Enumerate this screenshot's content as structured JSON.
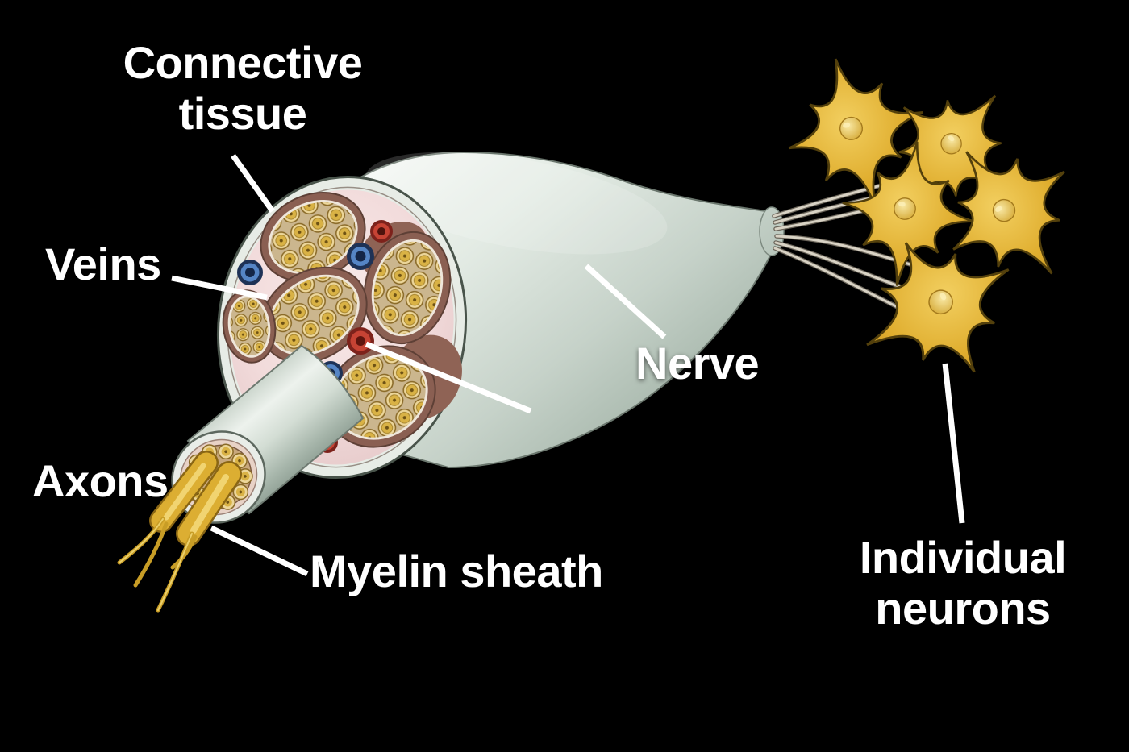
{
  "diagram": {
    "labels": {
      "connective_tissue": "Connective tissue",
      "veins": "Veins",
      "axons": "Axons",
      "myelin_sheath": "Myelin sheath",
      "nerve": "Nerve",
      "individual_neurons": "Individual neurons"
    },
    "colors": {
      "background": "#000000",
      "label_text": "#ffffff",
      "leader_line": "#ffffff",
      "nerve_sheath": "#dbe4dc",
      "connective_tissue_pink": "#f2dada",
      "fascicle_ring_brown": "#8a5f52",
      "fascicle_interior_tan": "#cbb68e",
      "axon_gold": "#d9b245",
      "vein_blue": "#4f7fc2",
      "artery_red": "#c0392b",
      "neuron_gold": "#e7b93f"
    }
  }
}
